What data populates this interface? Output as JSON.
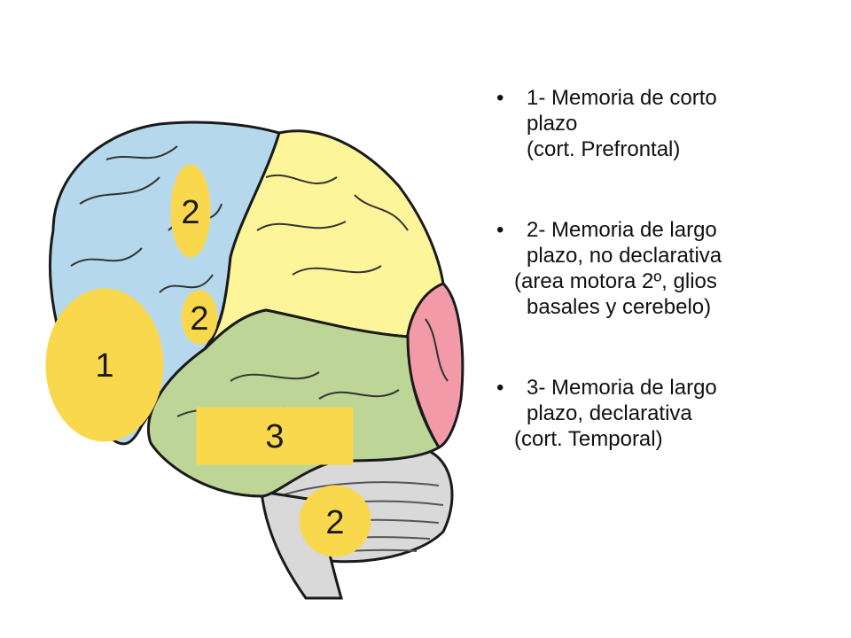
{
  "diagram": {
    "colors": {
      "frontal": "#b5d8ec",
      "parietal": "#fdf59a",
      "occipital": "#f29aa8",
      "temporal": "#bdd597",
      "cerebellum": "#d9d9d9",
      "marker": "#f9d84d",
      "outline": "#1a1a1a"
    },
    "markers": [
      {
        "id": "marker-1",
        "label": "1"
      },
      {
        "id": "marker-2-top",
        "label": "2"
      },
      {
        "id": "marker-2-mid",
        "label": "2"
      },
      {
        "id": "marker-3",
        "label": "3"
      },
      {
        "id": "marker-2-bottom",
        "label": "2"
      }
    ]
  },
  "legend": {
    "items": [
      {
        "bullet": "•",
        "lines": [
          "1- Memoria de corto",
          "plazo",
          "(cort. Prefrontal)"
        ]
      },
      {
        "bullet": "•",
        "lines": [
          "2- Memoria de largo",
          "plazo, no declarativa"
        ],
        "note_lines": [
          "(area motora 2º, glios",
          "basales y cerebelo)"
        ]
      },
      {
        "bullet": "•",
        "lines": [
          "3- Memoria de largo",
          "plazo, declarativa"
        ],
        "note_lines": [
          "(cort. Temporal)"
        ]
      }
    ]
  }
}
